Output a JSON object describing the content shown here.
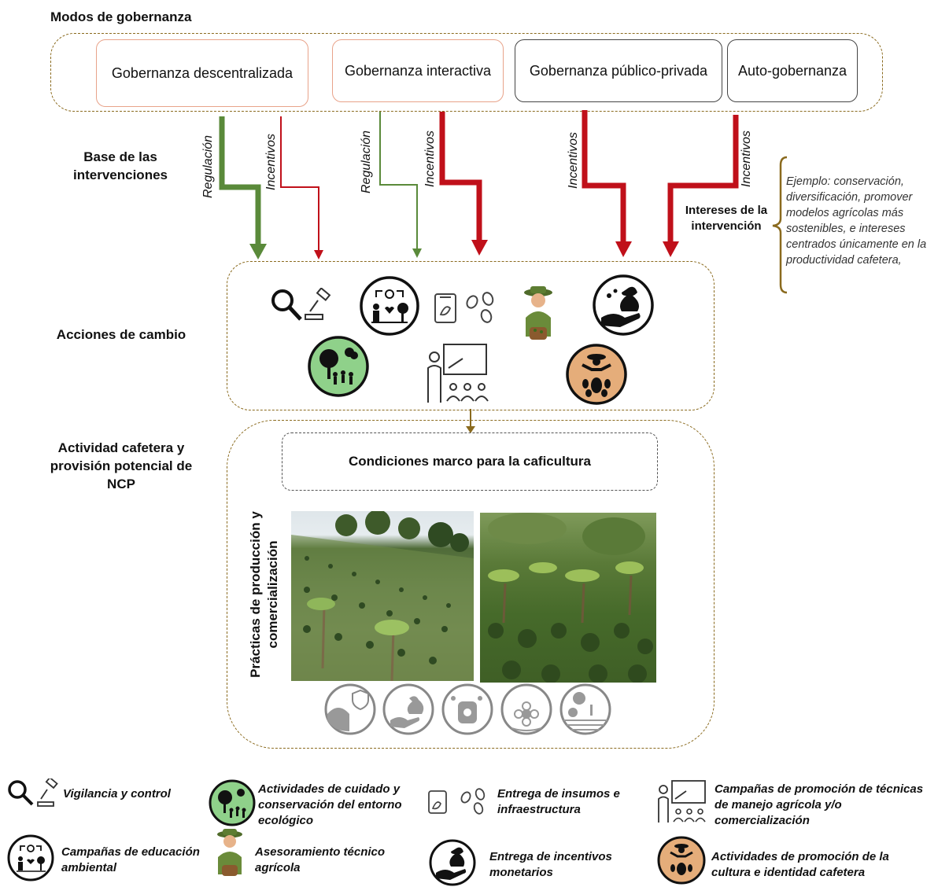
{
  "section_titles": {
    "modes": "Modos de gobernanza",
    "base": "Base de las intervenciones",
    "actions": "Acciones de cambio",
    "activity": "Actividad cafetera y provisión potencial de NCP"
  },
  "governance_modes": [
    "Gobernanza descentralizada",
    "Gobernanza interactiva",
    "Gobernanza público-privada",
    "Auto-gobernanza"
  ],
  "arrow_labels": {
    "regulacion": "Regulación",
    "incentivos": "Incentivos"
  },
  "colors": {
    "regulation_green": "#5a8a3a",
    "incentive_red": "#c0101a",
    "dash_brown": "#8a6a1e",
    "bracket_brown": "#8a6a1e",
    "eco_green": "#8fd18a",
    "culture_tan": "#e5ad7a"
  },
  "interests": {
    "label": "Intereses de la intervención",
    "example": "Ejemplo: conservación, diversificación, promover modelos agrícolas más sostenibles, e intereses centrados únicamente en la productividad cafetera,"
  },
  "framework": {
    "conditions": "Condiciones marco para la caficultura",
    "practices": "Prácticas de producción y comercialización"
  },
  "legend": [
    {
      "icon": "vigilance-icon",
      "text": "Vigilancia y control"
    },
    {
      "icon": "eco-care-icon",
      "text": "Actividades de cuidado y conservación del entorno ecológico"
    },
    {
      "icon": "inputs-icon",
      "text": "Entrega de insumos e infraestructura"
    },
    {
      "icon": "training-icon",
      "text": "Campañas de promoción de técnicas de manejo agrícola y/o comercialización"
    },
    {
      "icon": "env-education-icon",
      "text": "Campañas de educación ambiental"
    },
    {
      "icon": "farmer-advisor-icon",
      "text": "Asesoramiento técnico agrícola"
    },
    {
      "icon": "money-incentive-icon",
      "text": "Entrega de incentivos monetarios"
    },
    {
      "icon": "coffee-culture-icon",
      "text": "Actividades de promoción de la cultura e identidad cafetera"
    }
  ]
}
